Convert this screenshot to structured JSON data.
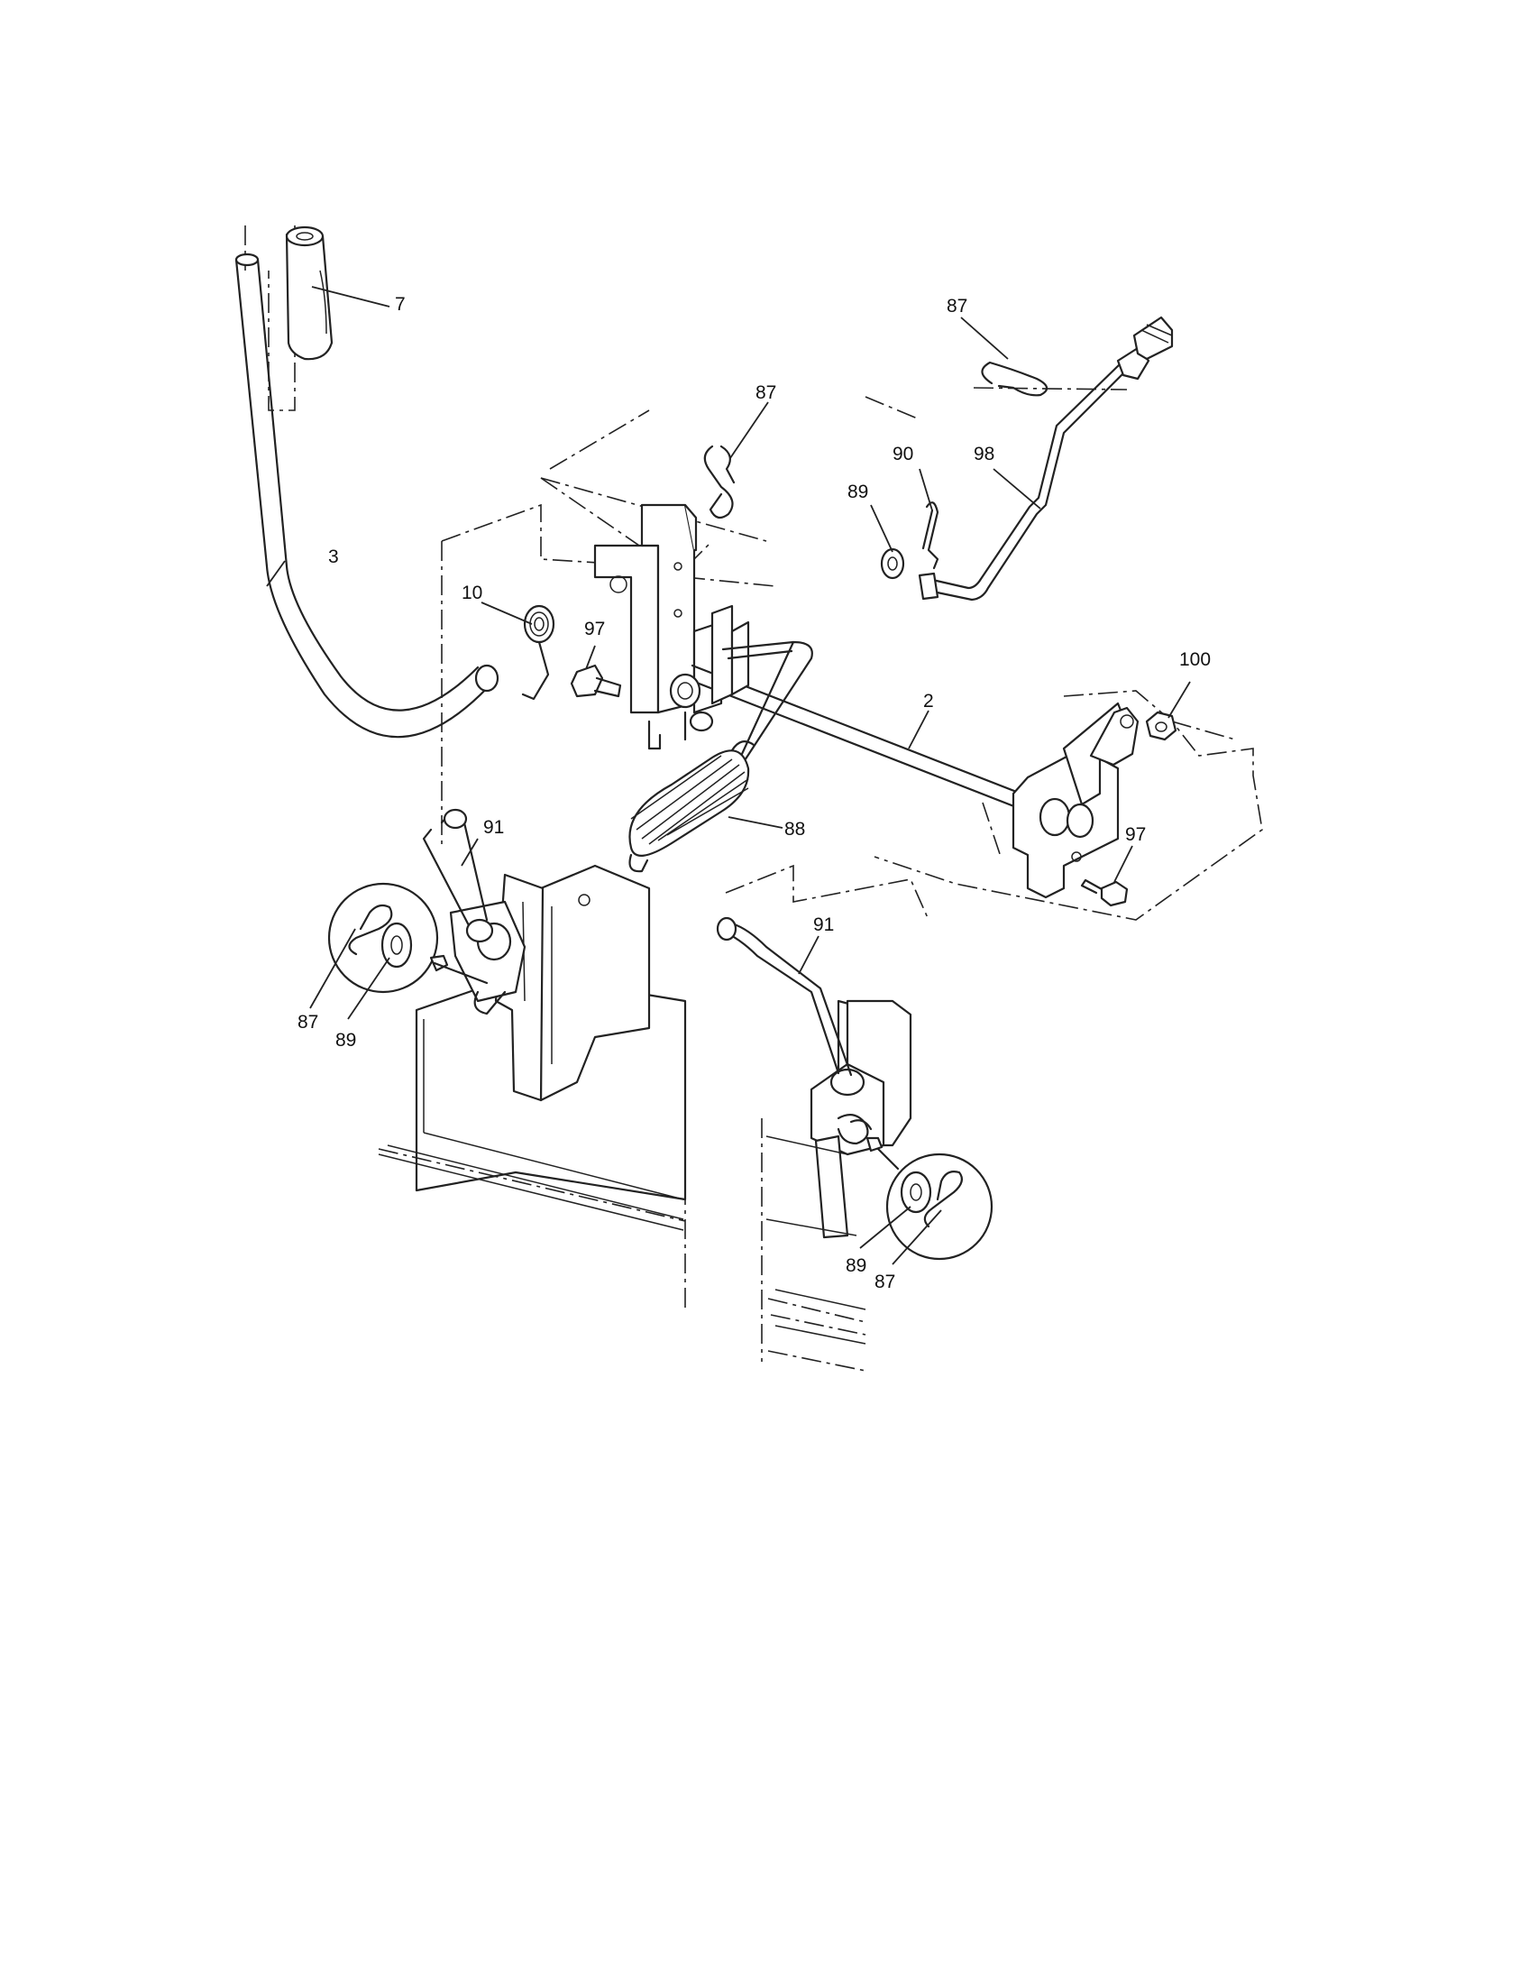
{
  "callouts": {
    "c7": "7",
    "c3": "3",
    "c87a": "87",
    "c87b": "87",
    "c90": "90",
    "c89a": "89",
    "c98": "98",
    "c10": "10",
    "c97a": "97",
    "c2": "2",
    "c100": "100",
    "c88": "88",
    "c97b": "97",
    "c91a": "91",
    "c87c": "87",
    "c89b": "89",
    "c91b": "91",
    "c89c": "89",
    "c87d": "87"
  }
}
